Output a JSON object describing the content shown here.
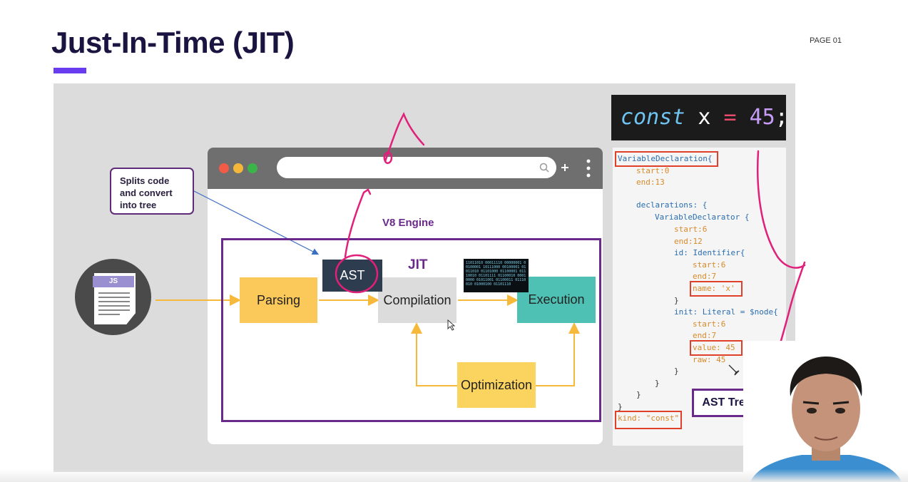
{
  "header": {
    "title": "Just-In-Time (JIT)",
    "page_label": "PAGE 01"
  },
  "colors": {
    "accent": "#6a3cf0",
    "frame": "#6a2a8c",
    "highlight": "#e0402a",
    "parsing": "#fbc85a",
    "execution": "#4fc0b4",
    "optimization": "#fbd35f"
  },
  "diagram": {
    "callout": "Splits code and convert into tree",
    "js_icon_label": "JS",
    "engine_label": "V8 Engine",
    "jit_label": "JIT",
    "ast_label": "AST",
    "stages": {
      "parsing": "Parsing",
      "compilation": "Compilation",
      "execution": "Execution",
      "optimization": "Optimization"
    },
    "binary_text": "11011010 00011110 00000001 00100001 10111000 00100001 01011010 01101000 01100001 01110010 01101111 01100010 00010000 01011001 01100011 01110010 01000100 01101110"
  },
  "code": {
    "const_kw": "const",
    "var_name": "x",
    "op": "=",
    "value": "45",
    "semicolon": ";"
  },
  "ast_json": {
    "l1": "VariableDeclaration{",
    "l2": "start:0",
    "l3": "end:13",
    "l4": "declarations: {",
    "l5": "VariableDeclarator {",
    "l6": "start:6",
    "l7": "end:12",
    "l8": "id: Identifier{",
    "l9": "start:6",
    "l10": "end:7",
    "l11": "name: 'x'",
    "l12": "}",
    "l13": "init: Literal = $node{",
    "l14": "start:6",
    "l15": "end:7",
    "l16": "value: 45",
    "l17": "raw: 45",
    "l18": "}",
    "l19": "}",
    "l20": "}",
    "l21": "}",
    "l22": "kind: \"const\""
  },
  "tree_label": "AST Tree"
}
